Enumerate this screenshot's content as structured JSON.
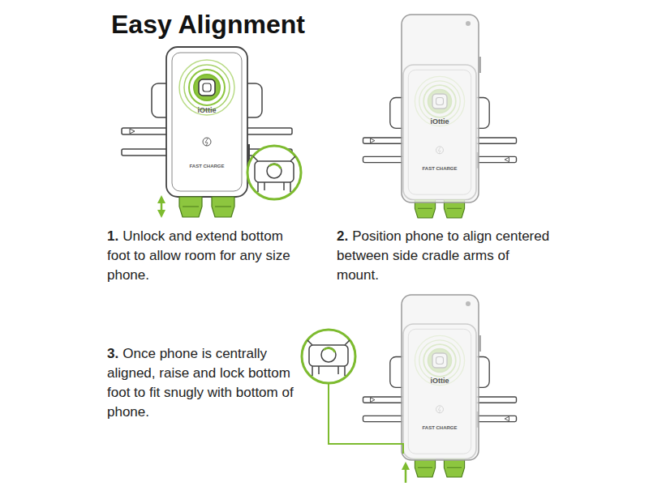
{
  "diagram": {
    "title": "Easy Alignment",
    "labels": [
      "1.",
      "Unlock and extend bottom foot to allow room for any size phone.",
      "2.",
      "Position phone to align centered between side cradle arms of mount.",
      "3.",
      "Once phone is centrally aligned, raise and lock bottom foot to fit snugly with bottom of phone.",
      "iOttie",
      "FAST CHARGE",
      "iOttie",
      "FAST CHARGE",
      "iOttie",
      "FAST CHARGE"
    ]
  }
}
